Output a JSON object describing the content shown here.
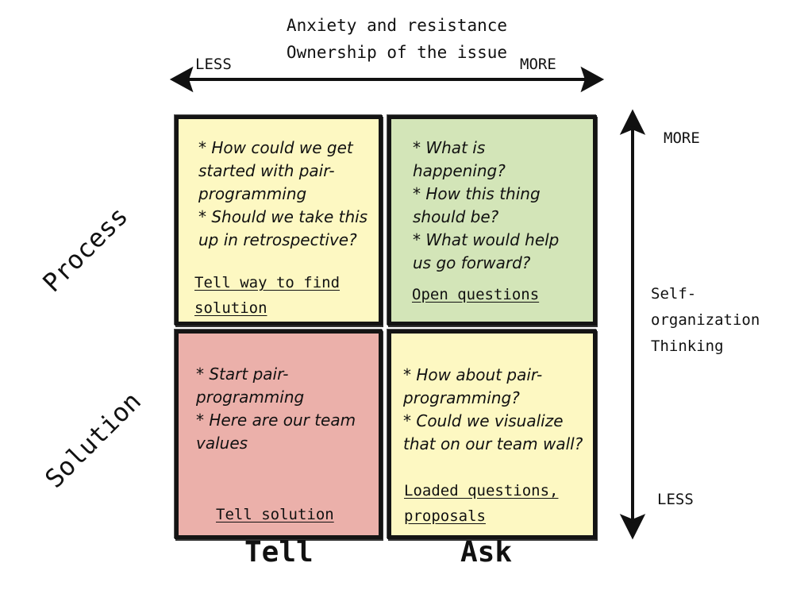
{
  "top_axis": {
    "line1": "Anxiety and resistance",
    "line2": "Ownership of the issue",
    "left": "LESS",
    "right": "MORE"
  },
  "right_axis": {
    "top": "MORE",
    "bottom": "LESS",
    "label_lines": [
      "Self-",
      "organization",
      "Thinking"
    ]
  },
  "row_labels": {
    "top": "Process",
    "bottom": "Solution"
  },
  "column_labels": {
    "left": "Tell",
    "right": "Ask"
  },
  "colors": {
    "yellow": "#fdf8c2",
    "green": "#d3e5b8",
    "red": "#ebb0aa",
    "border": "#141414"
  },
  "quadrants": {
    "process_tell": {
      "lines": [
        "* How could we get",
        "started with pair-",
        "programming",
        "* Should we take this",
        "up in retrospective?"
      ],
      "caption": [
        "Tell way to find",
        "solution"
      ]
    },
    "process_ask": {
      "lines": [
        "* What is",
        "happening?",
        "* How this thing",
        "should be?",
        "* What would help",
        "us go forward?"
      ],
      "caption": [
        "Open questions"
      ]
    },
    "solution_tell": {
      "lines": [
        "* Start pair-",
        "programming",
        "* Here are our team",
        "values"
      ],
      "caption": [
        "Tell solution"
      ]
    },
    "solution_ask": {
      "lines": [
        "* How about pair-",
        "programming?",
        "* Could we visualize",
        "that on our team wall?"
      ],
      "caption": [
        "Loaded questions,",
        "proposals"
      ]
    }
  }
}
